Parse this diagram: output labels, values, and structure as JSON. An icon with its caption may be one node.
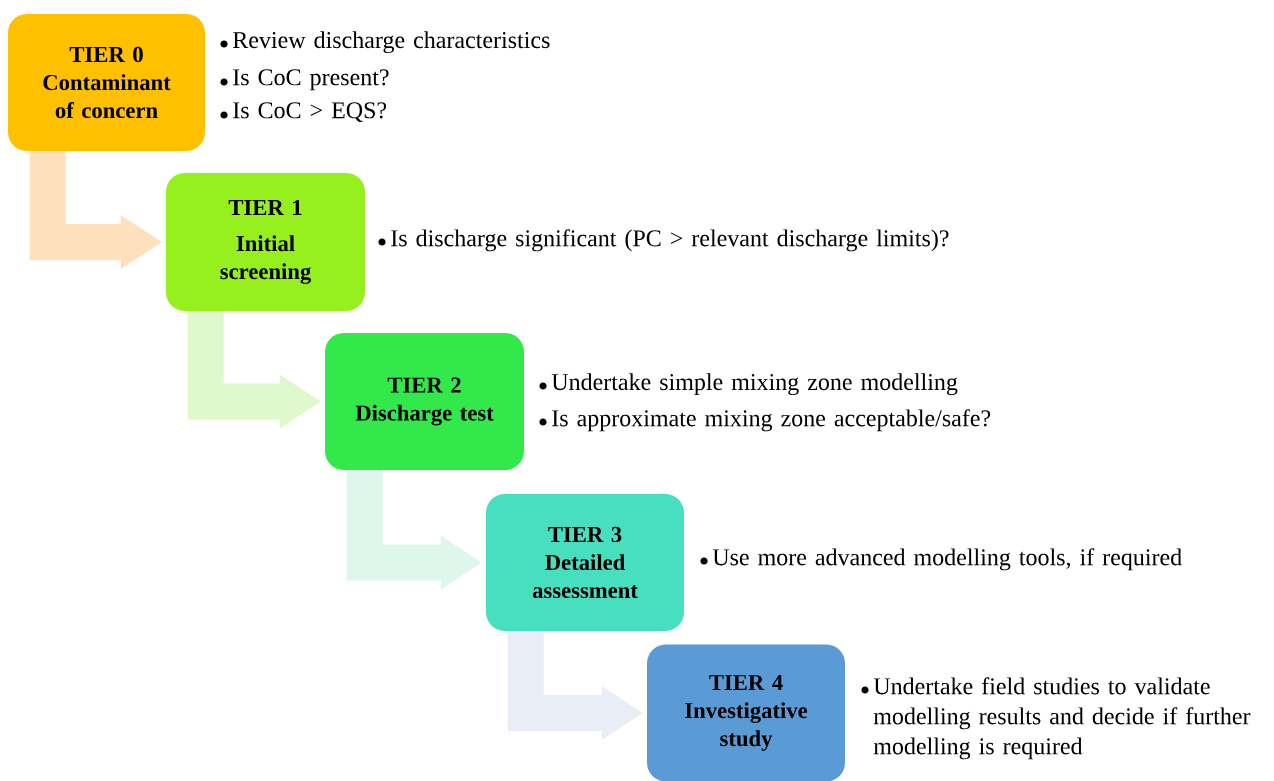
{
  "diagram": {
    "nodes": [
      {
        "text": [
          "TIER 0",
          "Contaminant of concern"
        ],
        "beside": [
          "Review discharge characteristics",
          "Is CoC present?",
          "Is CoC > EQS?"
        ]
      },
      {
        "text": [
          "TIER 1",
          "Initial screening"
        ],
        "beside": [
          "Is discharge significant (PC > relevant discharge limits)?"
        ]
      },
      {
        "text": [
          "TIER 2",
          "Discharge test"
        ],
        "beside": [
          "Undertake simple mixing zone modelling",
          "Is approximate mixing zone acceptable/safe?"
        ]
      },
      {
        "text": [
          "TIER 3",
          "Detailed assessment"
        ],
        "beside": [
          "Use more advanced modelling tools, if required"
        ]
      },
      {
        "text": [
          "TIER 4",
          "Investigative study"
        ],
        "beside": [
          "Undertake field studies to validate modelling results and decide if further modelling is required"
        ]
      }
    ],
    "edges": [
      {
        "from": 0,
        "to": 1,
        "arrow": "to",
        "color": "#ffe0bc"
      },
      {
        "from": 1,
        "to": 2,
        "arrow": "to",
        "color": "#e0f9cc"
      },
      {
        "from": 2,
        "to": 3,
        "arrow": "to",
        "color": "#ddf7ec"
      },
      {
        "from": 3,
        "to": 4,
        "arrow": "to",
        "color": "#e8edf6"
      }
    ]
  }
}
